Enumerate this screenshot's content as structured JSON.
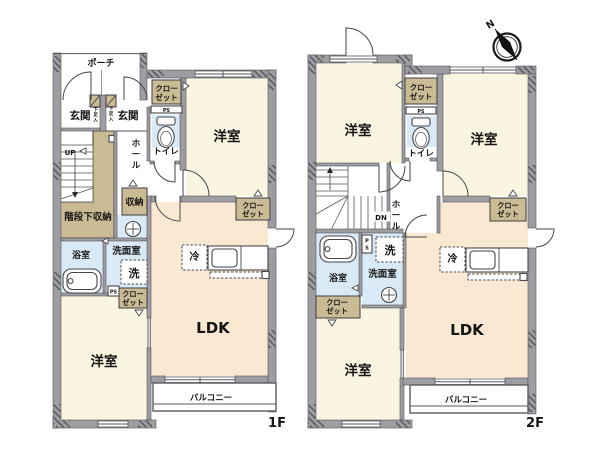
{
  "colors": {
    "paper": "#ffffff",
    "wall": "#9d9da2",
    "room-cream": "#faf5e0",
    "room-peach": "#f9e8d2",
    "room-blue": "#d9eaf6",
    "closet-tan": "#cbbb94",
    "line": "#46464c"
  },
  "labels": {
    "porch": "ポーチ",
    "entrance": "玄関",
    "shoe_box": "下足入",
    "closet_line1": "クロー",
    "closet_line2": "ゼット",
    "western_room": "洋室",
    "toilet": "トイレ",
    "hall": "ホール",
    "storage": "収納",
    "under_stair_storage": "階段下収納",
    "bath": "浴室",
    "washroom": "洗面室",
    "washer": "洗",
    "fridge": "冷",
    "ldk": "LDK",
    "balcony": "バルコニー",
    "up": "UP",
    "down": "DN",
    "ps": "PS",
    "north": "N"
  },
  "floors": [
    {
      "label": "1F"
    },
    {
      "label": "2F"
    }
  ]
}
